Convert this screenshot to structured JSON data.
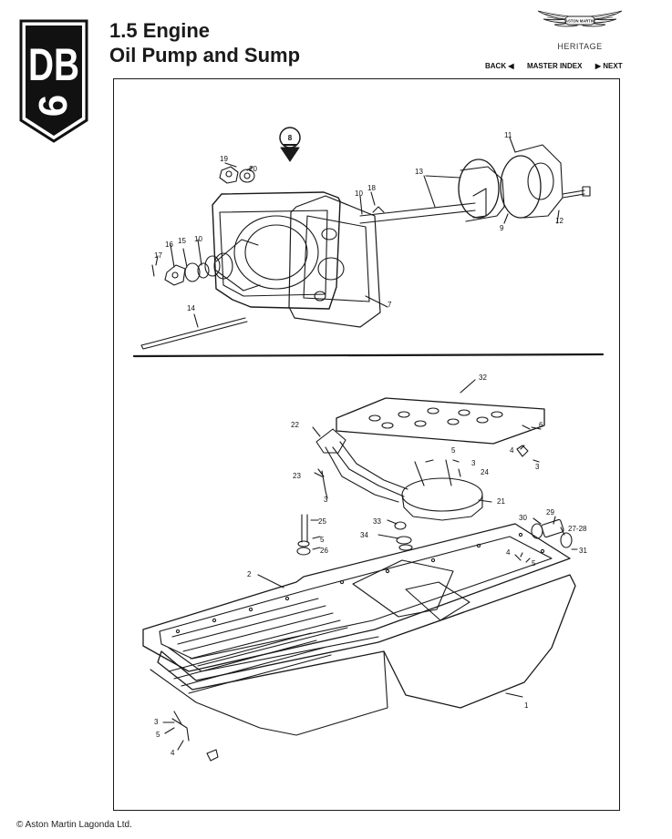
{
  "logo": {
    "text_line1": "DB",
    "text_line2": "6"
  },
  "header": {
    "section": "1.5 Engine",
    "title": "Oil Pump and Sump"
  },
  "brand": {
    "badge_text": "ASTON MARTIN",
    "tagline": "HERITAGE"
  },
  "nav": {
    "back": "BACK ◀",
    "master_index": "MASTER INDEX",
    "next": "▶ NEXT"
  },
  "diagram": {
    "top_callouts": [
      "8",
      "19",
      "20",
      "18",
      "10",
      "11",
      "13",
      "9",
      "12",
      "16",
      "17",
      "15",
      "10",
      "14",
      "7"
    ],
    "bottom_callouts": [
      "32",
      "22",
      "6",
      "4",
      "3",
      "5",
      "3",
      "24",
      "23",
      "3",
      "21",
      "25",
      "5",
      "26",
      "33",
      "34",
      "30",
      "29",
      "27-28",
      "31",
      "4",
      "5",
      "2",
      "1",
      "3",
      "5",
      "4"
    ]
  },
  "footer": {
    "copyright": "© Aston Martin Lagonda Ltd."
  }
}
